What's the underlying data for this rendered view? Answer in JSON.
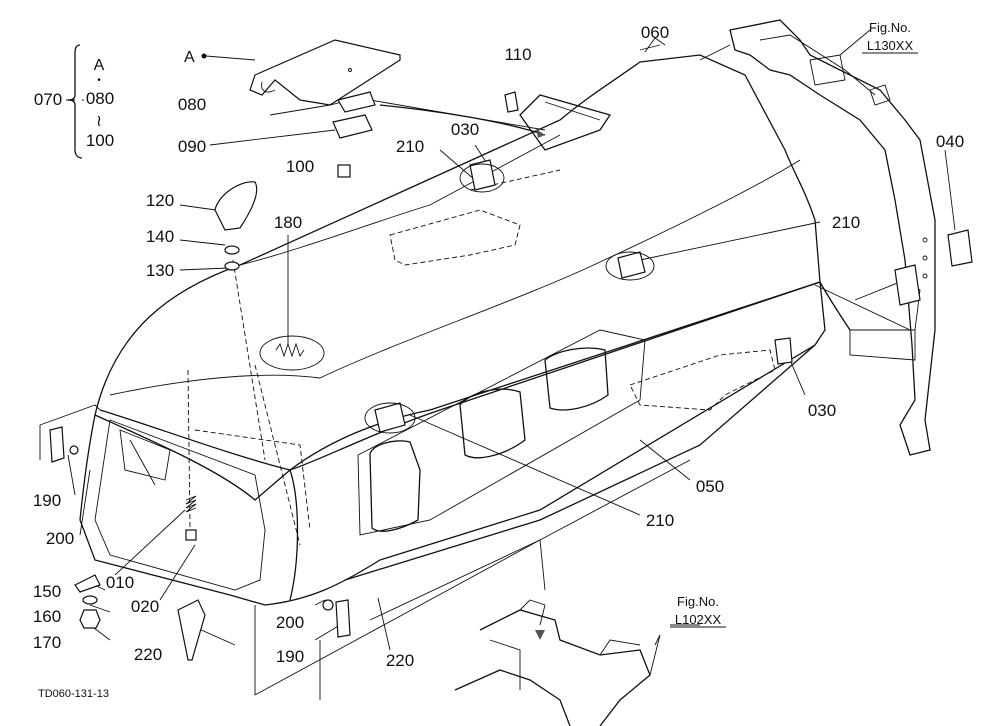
{
  "colors": {
    "ink": "#111111",
    "paper": "#ffffff"
  },
  "group": {
    "top": "A",
    "dot": "•",
    "mid": "080",
    "tilde": "≀",
    "bottom": "100",
    "parent": "070"
  },
  "view_marker": "A",
  "refs": [
    {
      "key": "ref-top",
      "line1": "Fig.No.",
      "line2": "L130XX"
    },
    {
      "key": "ref-bottom",
      "line1": "Fig.No.",
      "line2": "L102XX"
    }
  ],
  "parts": [
    "060",
    "110",
    "080",
    "090",
    "100",
    "030",
    "210",
    "120",
    "180",
    "140",
    "130",
    "040",
    "210",
    "030",
    "050",
    "210",
    "190",
    "200",
    "010",
    "020",
    "150",
    "160",
    "170",
    "220",
    "200",
    "190",
    "220"
  ],
  "drawing_code": "TD060-131-13"
}
